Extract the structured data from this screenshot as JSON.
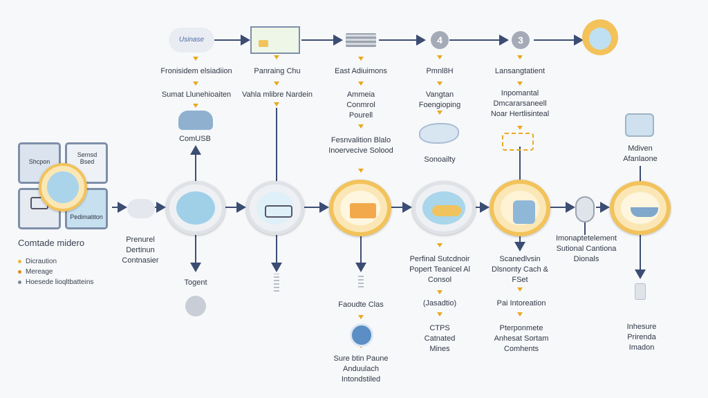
{
  "colors": {
    "wire": "#3c4d73",
    "accent_arrow": "#e9a91e",
    "gold": "#f2c35b",
    "grey_node": "#dfe2e6",
    "blue_fill": "#9fd0e8"
  },
  "left_panel": {
    "quad_labels": [
      "Shcpon",
      "Sernsd Bsed",
      "",
      "Pedimatiton"
    ],
    "title": "Comtade midero",
    "legend": [
      {
        "label": "Dicraution",
        "color": "#f0b43a"
      },
      {
        "label": "Mereage",
        "color": "#e08a1e"
      },
      {
        "label": "Hoesede lioqltbatteins",
        "color": "#7b8596"
      }
    ]
  },
  "top": {
    "cloud_label": "Usinase",
    "col1": [
      "Fronisidem elsiadiion",
      "Sumat Llunehioaiten",
      "ComUSB"
    ],
    "col2": [
      "Panraing Chu",
      "Vahla mlibre Nardein"
    ],
    "col3": [
      "East Adiuimons",
      "Ammeia Conmrol Pourell",
      "Fesnvalition Blalo Inoervecive Solood"
    ],
    "col4_number": "4",
    "col4": [
      "Pmnl8H",
      "Vangtan Foengioping",
      "Sonoailty"
    ],
    "col5_number": "3",
    "col5": [
      "Lansangtatient",
      "Inpomantal Dmcararsaneell Noar Hertlisinteal"
    ],
    "col6": [
      "Mdiven Afanlaone"
    ]
  },
  "bottom": {
    "c1": [
      "Prenurel Dertinun Contnasier"
    ],
    "c2": [
      "Togent"
    ],
    "c4": [
      "Faoudte Clas",
      "Sure btin Paune Anduulach Intondstiled"
    ],
    "c5": [
      "Perfinal Sutcdnoir Popert Teanicel Al Consol",
      "(Jasadtio)",
      "CTPS Catnated Mines"
    ],
    "c6": [
      "Scanedlvsin Dlsnonty Cach & FSet",
      "Pai Intoreation",
      "Pterponmete Anhesat Sortam Comhents"
    ],
    "c7": [
      "Imonaptetelement Sutional Cantiona Dionals"
    ],
    "c8": [
      "Inhesure Prirenda Imadon"
    ]
  }
}
